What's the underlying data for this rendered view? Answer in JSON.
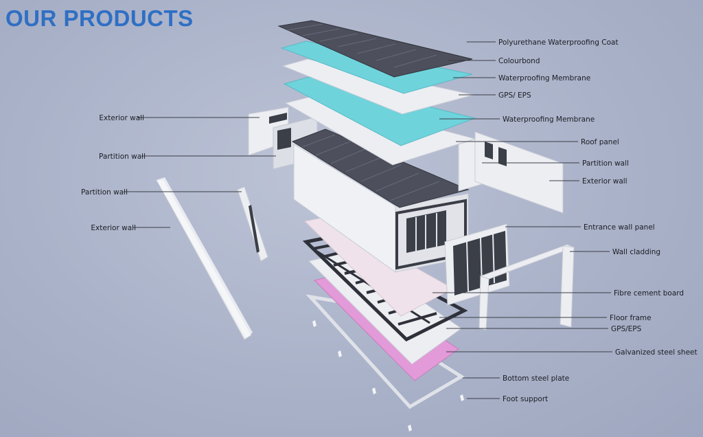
{
  "title": "OUR PRODUCTS",
  "labels": {
    "polyurethane_coat": "Polyurethane Waterproofing Coat",
    "colourbond": "Colourbond",
    "waterproofing_membrane_top": "Waterproofing Membrane",
    "gps_eps_top": "GPS/ EPS",
    "waterproofing_membrane_2": "Waterproofing Membrane",
    "roof_panel": "Roof panel",
    "partition_wall_right": "Partition wall",
    "exterior_wall_right": "Exterior wall",
    "entrance_wall_panel": "Entrance wall panel",
    "wall_cladding": "Wall cladding",
    "fibre_cement_board": "Fibre cement board",
    "floor_frame": "Floor frame",
    "gps_eps_bottom": "GPS/EPS",
    "galvanized_steel_sheet": "Galvanized steel sheet",
    "bottom_steel_plate": "Bottom steel plate",
    "foot_support": "Foot support",
    "exterior_wall_left_top": "Exterior wall",
    "partition_wall_left_top": "Partition wall",
    "partition_wall_left_mid": "Partition wall",
    "exterior_wall_left_bottom": "Exterior wall"
  }
}
